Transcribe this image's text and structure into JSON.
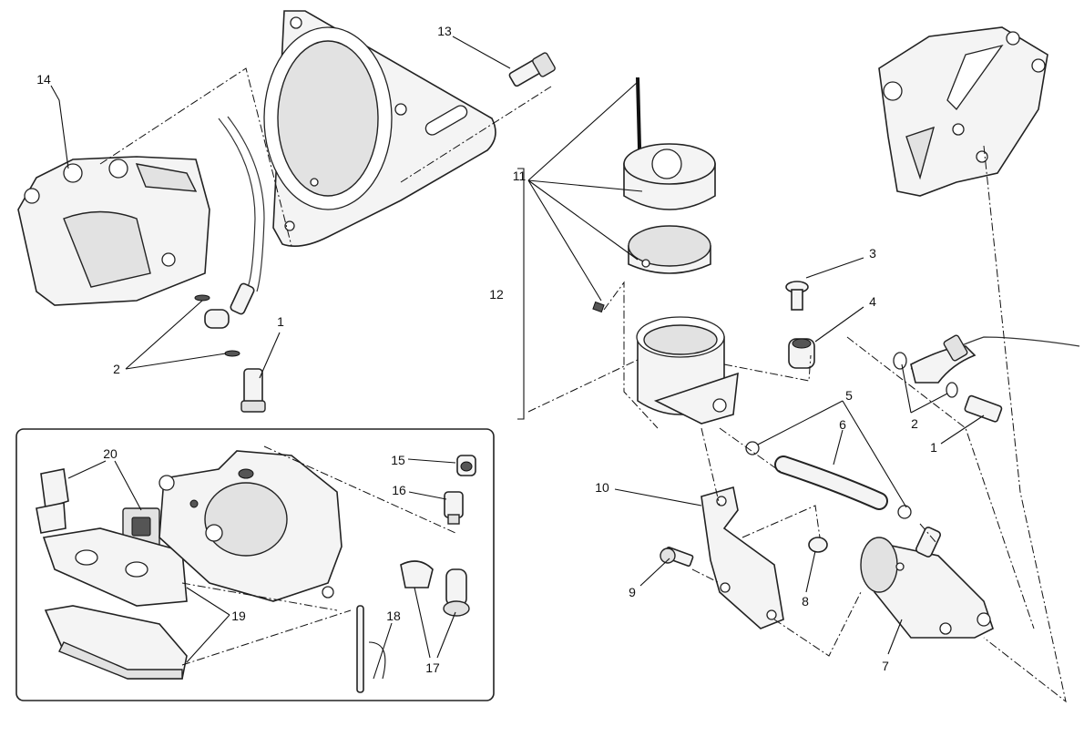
{
  "diagram": {
    "callouts": {
      "c1_left": "1",
      "c1_right": "1",
      "c2_left": "2",
      "c2_right": "2",
      "c3": "3",
      "c4": "4",
      "c5": "5",
      "c6": "6",
      "c7": "7",
      "c8": "8",
      "c9": "9",
      "c10": "10",
      "c11": "11",
      "c12": "12",
      "c13": "13",
      "c14": "14",
      "c15": "15",
      "c16": "16",
      "c17": "17",
      "c18": "18",
      "c19": "19",
      "c20": "20"
    },
    "colors": {
      "line": "#111111",
      "part_fill": "#f4f4f4",
      "shade": "#e2e2e2"
    }
  }
}
